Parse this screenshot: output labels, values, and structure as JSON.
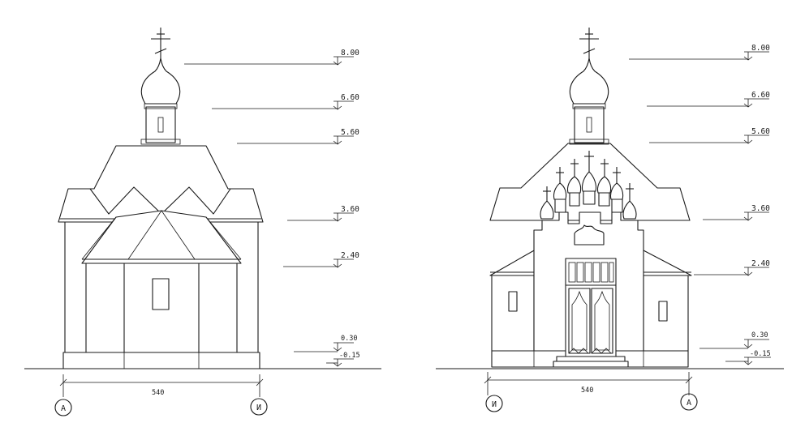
{
  "left_elevation": {
    "levels": [
      "8.00",
      "6.60",
      "5.60",
      "3.60",
      "2.40",
      "0.30",
      "-0.15"
    ],
    "width_dim": "540",
    "axis_left": "А",
    "axis_right": "И"
  },
  "right_elevation": {
    "levels": [
      "8.00",
      "6.60",
      "5.60",
      "3.60",
      "2.40",
      "0.30",
      "-0.15"
    ],
    "width_dim": "540",
    "axis_left": "И",
    "axis_right": "А"
  }
}
